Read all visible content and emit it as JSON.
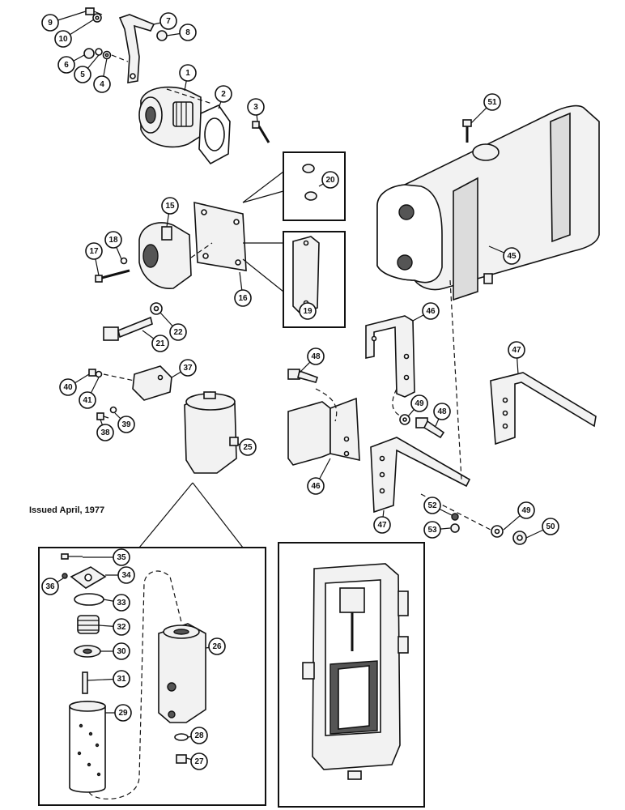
{
  "issued_text": "Issued April, 1977",
  "callouts": [
    {
      "id": "1"
    },
    {
      "id": "2"
    },
    {
      "id": "3"
    },
    {
      "id": "4"
    },
    {
      "id": "5"
    },
    {
      "id": "6"
    },
    {
      "id": "7"
    },
    {
      "id": "8"
    },
    {
      "id": "9"
    },
    {
      "id": "10"
    },
    {
      "id": "15"
    },
    {
      "id": "16"
    },
    {
      "id": "17"
    },
    {
      "id": "18"
    },
    {
      "id": "19"
    },
    {
      "id": "20"
    },
    {
      "id": "21"
    },
    {
      "id": "22"
    },
    {
      "id": "25"
    },
    {
      "id": "26"
    },
    {
      "id": "27"
    },
    {
      "id": "28"
    },
    {
      "id": "29"
    },
    {
      "id": "30"
    },
    {
      "id": "31"
    },
    {
      "id": "32"
    },
    {
      "id": "33"
    },
    {
      "id": "34"
    },
    {
      "id": "35"
    },
    {
      "id": "36"
    },
    {
      "id": "37"
    },
    {
      "id": "38"
    },
    {
      "id": "39"
    },
    {
      "id": "40"
    },
    {
      "id": "41"
    },
    {
      "id": "45"
    },
    {
      "id": "46"
    },
    {
      "id": "46"
    },
    {
      "id": "47"
    },
    {
      "id": "47"
    },
    {
      "id": "48"
    },
    {
      "id": "48"
    },
    {
      "id": "49"
    },
    {
      "id": "49"
    },
    {
      "id": "50"
    },
    {
      "id": "51"
    },
    {
      "id": "52"
    },
    {
      "id": "53"
    }
  ]
}
